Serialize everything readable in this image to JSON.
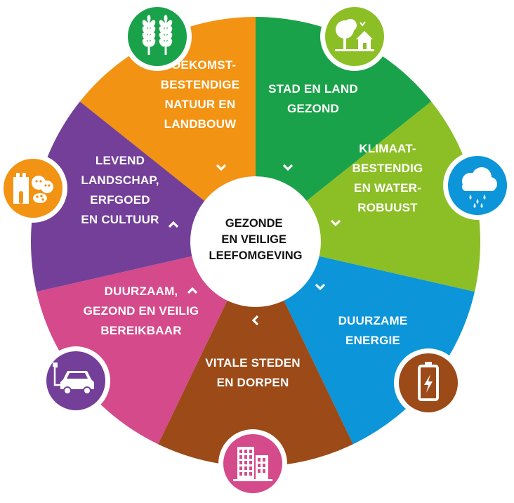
{
  "center": {
    "lines": [
      "GEZONDE",
      "EN VEILIGE",
      "LEEFOMGEVING"
    ]
  },
  "segments": [
    {
      "id": "natuur-landbouw",
      "color": "#1aa24a",
      "icon": "wheat-icon",
      "lines": [
        "TOEKOMST-",
        "BESTENDIGE",
        "NATUUR EN",
        "LANDBOUW"
      ]
    },
    {
      "id": "stad-land",
      "color": "#8cbf26",
      "icon": "tree-house-icon",
      "lines": [
        "STAD EN LAND",
        "GEZOND"
      ]
    },
    {
      "id": "klimaat",
      "color": "#0c95d8",
      "icon": "rain-cloud-icon",
      "lines": [
        "KLIMAAT-",
        "BESTENDIG",
        "EN WATER-",
        "ROBUUST"
      ]
    },
    {
      "id": "energie",
      "color": "#9b4a18",
      "icon": "battery-icon",
      "lines": [
        "DUURZAME",
        "ENERGIE"
      ]
    },
    {
      "id": "steden-dorpen",
      "color": "#d44a8a",
      "icon": "buildings-icon",
      "lines": [
        "VITALE STEDEN",
        "EN DORPEN"
      ]
    },
    {
      "id": "bereikbaar",
      "color": "#733f98",
      "icon": "electric-car-icon",
      "lines": [
        "DUURZAAM,",
        "GEZOND EN VEILIG",
        "BEREIKBAAR"
      ]
    },
    {
      "id": "landschap",
      "color": "#f29313",
      "icon": "castle-theatre-icon",
      "lines": [
        "LEVEND",
        "LANDSCHAP,",
        "ERFGOED",
        "EN CULTUUR"
      ]
    }
  ]
}
